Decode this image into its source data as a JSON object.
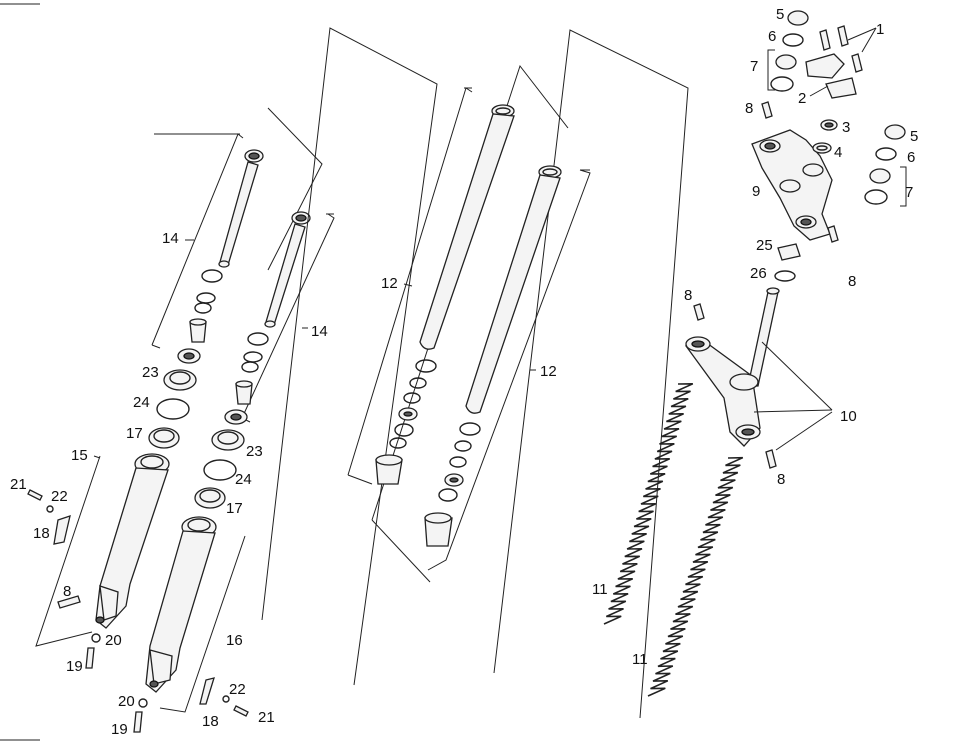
{
  "callouts": {
    "c1": "1",
    "c2": "2",
    "c3": "3",
    "c4": "4",
    "c5a": "5",
    "c5b": "5",
    "c6a": "6",
    "c6b": "6",
    "c7a": "7",
    "c7b": "7",
    "c8a": "8",
    "c8b": "8",
    "c8c": "8",
    "c8d": "8",
    "c8e": "8",
    "c9": "9",
    "c10": "10",
    "c11a": "11",
    "c11b": "11",
    "c12a": "12",
    "c12b": "12",
    "c14a": "14",
    "c14b": "14",
    "c15": "15",
    "c16": "16",
    "c17a": "17",
    "c17b": "17",
    "c18a": "18",
    "c18b": "18",
    "c19a": "19",
    "c19b": "19",
    "c20a": "20",
    "c20b": "20",
    "c21a": "21",
    "c21b": "21",
    "c22a": "22",
    "c22b": "22",
    "c23a": "23",
    "c23b": "23",
    "c24a": "24",
    "c24b": "24",
    "c25": "25",
    "c26": "26"
  }
}
